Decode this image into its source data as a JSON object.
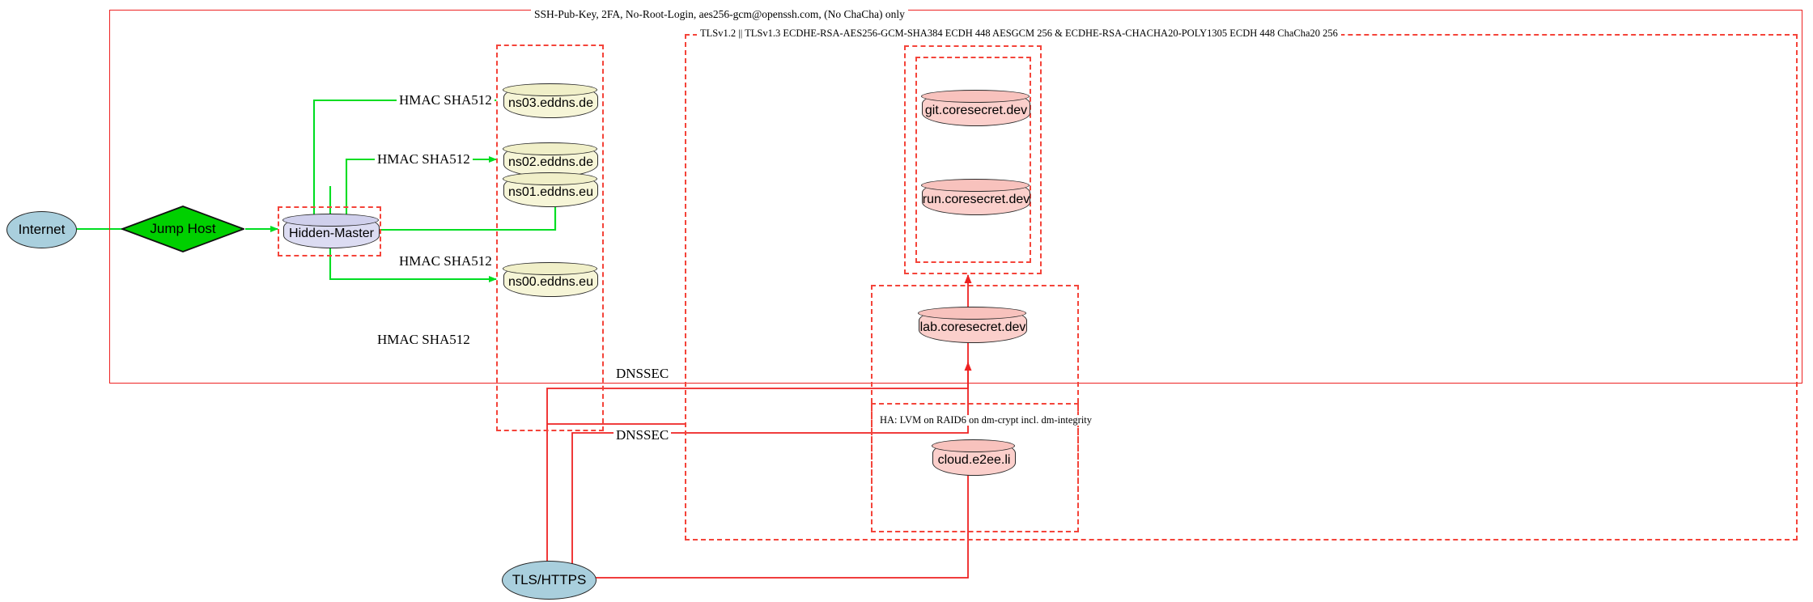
{
  "diagram": {
    "title_label": "SSH-Pub-Key, 2FA, No-Root-Login, aes256-gcm@openssh.com, (No ChaCha) only",
    "tls_cluster_label": "TLSv1.2 || TLSv1.3 ECDHE-RSA-AES256-GCM-SHA384 ECDH 448 AESGCM 256 & ECDHE-RSA-CHACHA20-POLY1305 ECDH 448 ChaCha20 256",
    "ha_cluster_label": "HA: LVM on RAID6 on dm-crypt incl. dm-integrity"
  },
  "nodes": {
    "internet": "Internet",
    "jump_host": "Jump Host",
    "hidden_master": "Hidden-Master",
    "ns03": "ns03.eddns.de",
    "ns02": "ns02.eddns.de",
    "ns01": "ns01.eddns.eu",
    "ns00": "ns00.eddns.eu",
    "git": "git.coresecret.dev",
    "run": "run.coresecret.dev",
    "lab": "lab.coresecret.dev",
    "cloud": "cloud.e2ee.li",
    "tls_https": "TLS/HTTPS"
  },
  "edge_labels": {
    "hmac_ns03": "HMAC SHA512",
    "hmac_ns02": "HMAC SHA512",
    "hmac_ns01": "HMAC SHA512",
    "hmac_ns00": "HMAC SHA512",
    "dnssec_1": "DNSSEC",
    "dnssec_2": "DNSSEC"
  },
  "colors": {
    "edge_green": "#00dd22",
    "edge_red": "#ee2222",
    "cluster_dashed": "#f4443a",
    "node_yellow": "#f6f5d7",
    "node_pink": "#fbcfcb",
    "node_lavender": "#dcdcf2",
    "node_blue": "#a9cfdd",
    "node_green": "#00d000"
  }
}
